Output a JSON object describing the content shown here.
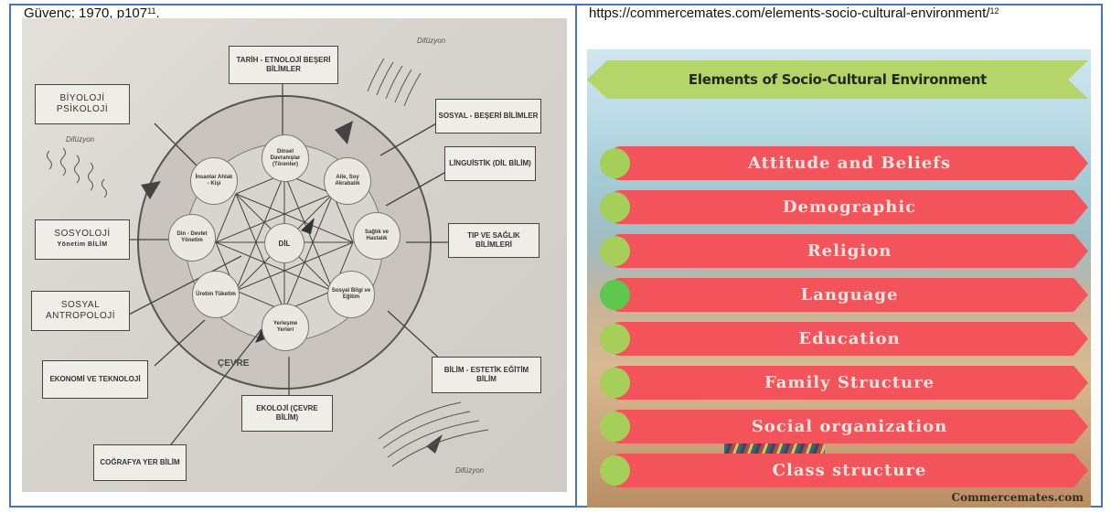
{
  "left_cell": {
    "caption_text": "Güvenç; 1970, p107",
    "caption_sup": "11",
    "caption_end": ".",
    "diagram": {
      "center": "DİL",
      "inner_bubbles": [
        "Dinsel Davranışlar (Törenler)",
        "Aile, Soy Akrabalık",
        "Sağlık ve Hastalık",
        "Sosyal Bilgi ve Eğitim",
        "Yerleşme Yerleri",
        "Üretim Tüketim",
        "Din - Devlet Yönetim",
        "İnsanlar Ahlak - Kişi"
      ],
      "boxes": {
        "tarih": "TARİH - ETNOLOJİ BEŞERİ BİLİMLER",
        "sosyal_beseri": "SOSYAL - BEŞERİ BİLİMLER",
        "linguistik": "LİNGUİSTİK (DİL BİLİM)",
        "tip": "TIP VE SAĞLIK BİLİMLERİ",
        "bilim_estetik": "BİLİM - ESTETİK EĞİTİM BİLİM",
        "ekoloji": "EKOLOJİ (ÇEVRE BİLİM)",
        "cografya": "COĞRAFYA YER BİLİM",
        "ekonomi": "EKONOMİ VE TEKNOLOJİ",
        "sosyal_antropoloji": "SOSYAL ANTROPOLOJİ",
        "sosyoloji": "SOSYOLOJİ",
        "sosyoloji_sub": "Yönetim BİLİM",
        "biyoloji": "BİYOLOJİ PSİKOLOJİ"
      },
      "cevre_label": "ÇEVRE",
      "difuzyon_label": "Difüzyon"
    }
  },
  "right_cell": {
    "caption_text": "https://commercemates.com/elements-socio-cultural-environment/",
    "caption_sup": "12",
    "banner_title": "Elements of Socio-Cultural Environment",
    "elements": [
      "Attitude and Beliefs",
      "Demographic",
      "Religion",
      "Language",
      "Education",
      "Family Structure",
      "Social organization",
      "Class structure"
    ],
    "watermark": "Commercemates.com",
    "colors": {
      "banner": "#b5d46a",
      "pill": "#f3535a",
      "dot": "#a5cf58",
      "dot_highlight": "#5ec84e"
    }
  }
}
